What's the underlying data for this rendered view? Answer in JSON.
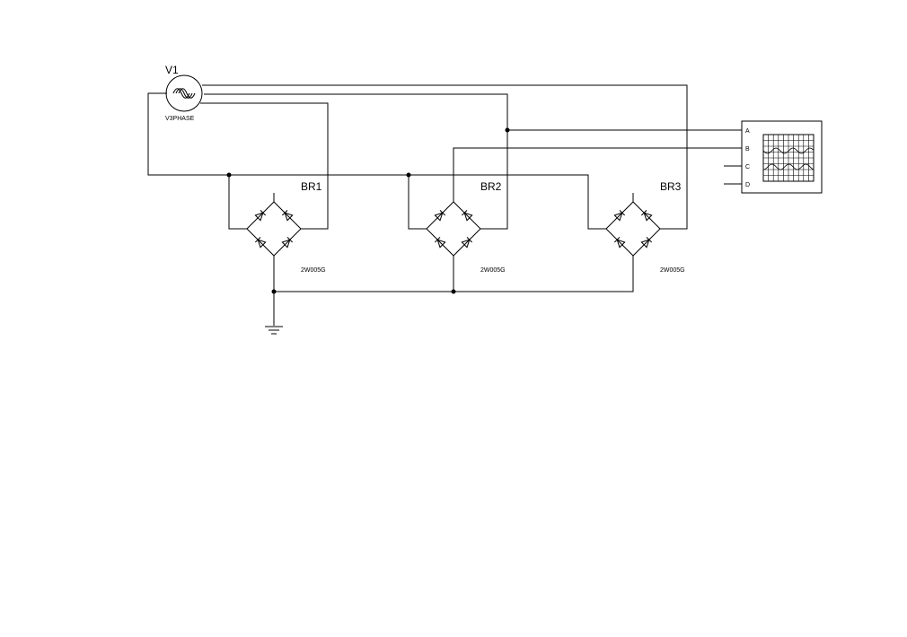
{
  "source": {
    "ref": "V1",
    "model": "V3PHASE"
  },
  "bridges": [
    {
      "ref": "BR1",
      "model": "2W005G"
    },
    {
      "ref": "BR2",
      "model": "2W005G"
    },
    {
      "ref": "BR3",
      "model": "2W005G"
    }
  ],
  "scope": {
    "channels": [
      "A",
      "B",
      "C",
      "D"
    ]
  }
}
